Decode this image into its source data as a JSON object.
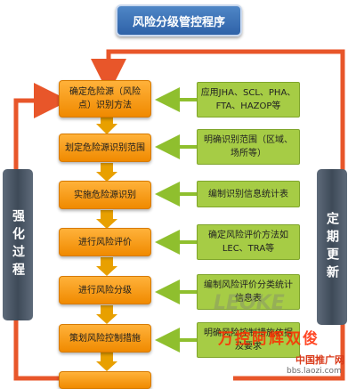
{
  "title": "风险分级管控程序",
  "steps": [
    "确定危险源（风险点）识别方法",
    "划定危险源识别范围",
    "实施危险源识别",
    "进行风险评价",
    "进行风险分级",
    "策划风险控制措施"
  ],
  "notes": [
    "应用JHA、SCL、PHA、FTA、HAZOP等",
    "明确识别范围（区域、场所等）",
    "编制识别信息统计表",
    "确定风险评价方法如LEC、TRA等",
    "编制风险评价分类统计信息表",
    "明确风险控制措施依据及要求"
  ],
  "left_label": "强化过程",
  "right_label": "定期更新",
  "watermarks": {
    "main": "万控阿辉双俊",
    "site_top": "中国推广网",
    "site_bottom": "bbs.laozi.com",
    "faint": "LEOKE"
  },
  "colors": {
    "step": "#f39c12",
    "note": "#a6cc45",
    "arrow": "#e8562a",
    "title": "#3a6fb4",
    "side": "#4a5563"
  }
}
